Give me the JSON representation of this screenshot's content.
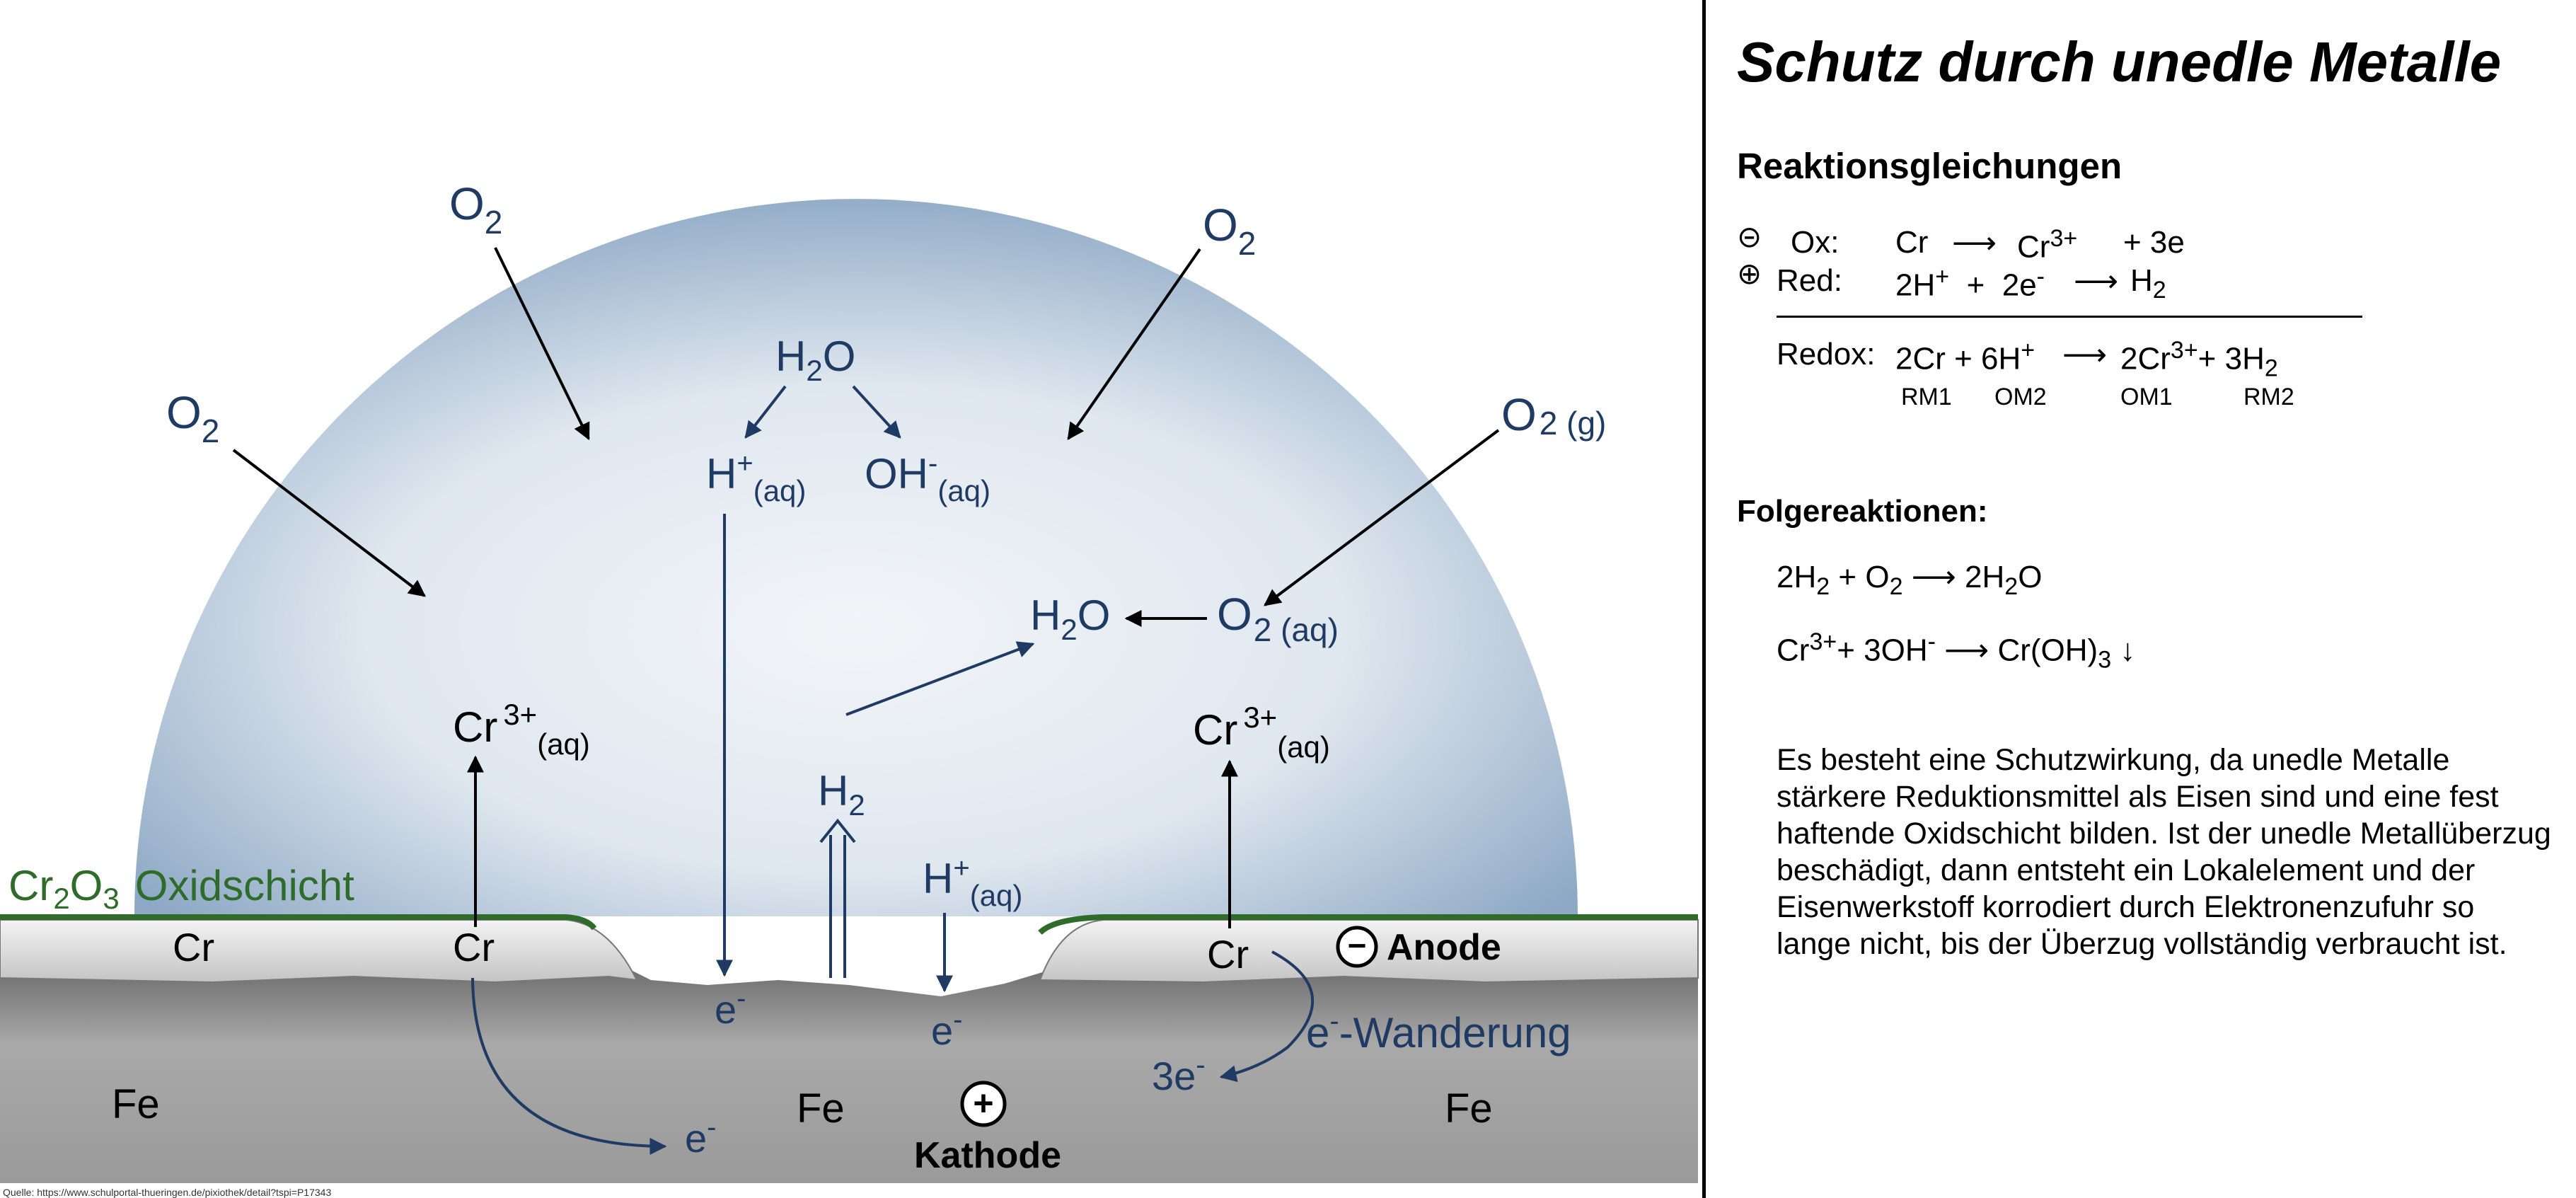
{
  "source": "Quelle: https://www.schulportal-thueringen.de/pixiothek/detail?tspi=P17343",
  "diagram": {
    "o2": "O",
    "o2_sub": "2",
    "o2g_sub": "2 (g)",
    "o2aq_sub": "2 (aq)",
    "h2o_h": "H",
    "h2o_sub": "2",
    "h2o_o": "O",
    "h_plus": "H",
    "plus_sup": "+",
    "aq": "(aq)",
    "oh": "OH",
    "minus_sup": "-",
    "h2_h": "H",
    "h2_sub": "2",
    "cr3": "Cr",
    "cr3_sup": "3+",
    "cr": "Cr",
    "oxide_cr": "Cr",
    "oxide_sub2": "2",
    "oxide_o": "O",
    "oxide_sub3": "3",
    "oxide_label": "Oxidschicht",
    "e": "e",
    "three_e": "3e",
    "fe": "Fe",
    "anode": "Anode",
    "kathode": "Kathode",
    "wanderung": "-Wanderung",
    "minus_sign": "−",
    "plus_sign": "+"
  },
  "panel": {
    "title": "Schutz durch unedle Metalle",
    "reaktion_heading": "Reaktionsgleichungen",
    "minus_symbol": "⊝",
    "plus_symbol": "⊕",
    "ox_label": "Ox:",
    "ox_cr": "Cr",
    "ox_arrow": "⟶",
    "ox_cr3": "Cr",
    "ox_cr3_sup": "3+",
    "ox_electrons": "+ 3e",
    "red_label": "Red:",
    "red_2h": "2H",
    "red_plus_sup": "+",
    "red_plus": "+",
    "red_2e": "2e",
    "red_e_sup": "-",
    "red_arrow": "⟶",
    "red_h": "H",
    "red_h_sub": "2",
    "redox_label": "Redox:",
    "redox_2cr": "2Cr + 6H",
    "redox_h_sup": "+",
    "redox_arrow": "⟶",
    "redox_2cr3": "2Cr",
    "redox_cr3_sup": "3+",
    "redox_3h": "+ 3H",
    "redox_h_sub": "2",
    "rm1": "RM1",
    "om2": "OM2",
    "om1": "OM1",
    "rm2": "RM2",
    "folge_heading": "Folgereaktionen:",
    "f1_2h": "2H",
    "f1_sub": "2",
    "f1_plus": "+  O",
    "f1_o_sub": "2",
    "f1_arrow": "⟶",
    "f1_2h2o": "2H",
    "f1_h2o_sub": "2",
    "f1_o": "O",
    "f2_cr": "Cr",
    "f2_sup": "3+",
    "f2_3oh": "+ 3OH",
    "f2_oh_sup": "-",
    "f2_arrow": "⟶",
    "f2_croh": "Cr(OH)",
    "f2_sub3": "3",
    "f2_down": "↓",
    "paragraph": "Es besteht eine Schutzwirkung, da unedle Metalle stärkere Reduktionsmittel als Eisen sind und eine fest haftende Oxidschicht bilden. Ist der unedle Metallüberzug beschädigt, dann entsteht ein Lokalelement und der Eisenwerkstoff korrodiert durch Elektronenzufuhr so lange nicht, bis der Überzug vollständig verbraucht ist."
  },
  "colors": {
    "blue_text": "#1f3a63",
    "green_text": "#2f6b2a",
    "droplet_center": "#e8eef4",
    "droplet_edge": "#8da9c6",
    "metal_light": "#d8d8d8",
    "metal_dark": "#8c8c8c"
  }
}
